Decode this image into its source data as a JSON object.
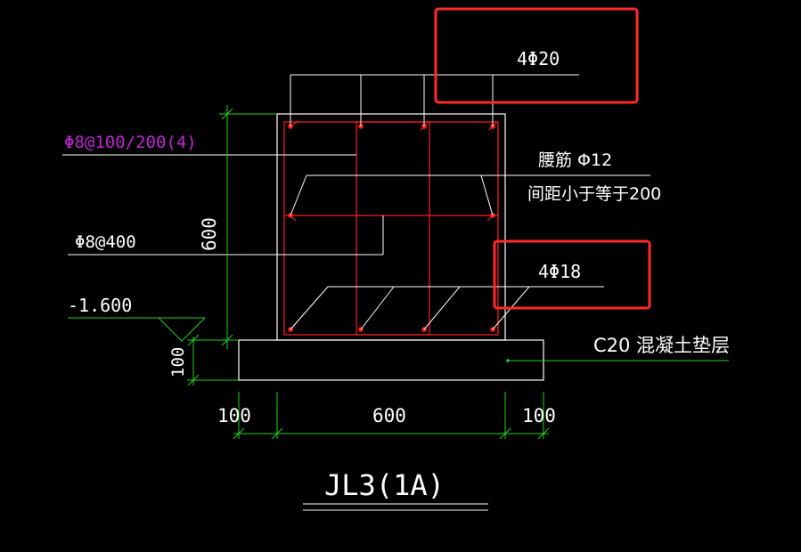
{
  "colors": {
    "background": "#000000",
    "outline": "#ffffff",
    "rebar": "#ff1f1f",
    "dimension": "#1fd21f",
    "stirrup_label": "#c026d3",
    "leader": "#ffffff",
    "highlight": "#ff2a2a"
  },
  "labels": {
    "top_bars": "4Φ20",
    "stirrup_spec": "Φ8@100/200(4)",
    "waist_bars": "腰筋 Φ12",
    "waist_spacing": "间距小于等于200",
    "tie_bar": "Φ8@400",
    "bottom_bars": "4Φ18",
    "elevation": "-1.600",
    "cushion": "C20 混凝土垫层",
    "title": "JL3(1A)"
  },
  "dimensions": {
    "height": "600",
    "cushion_thickness": "100",
    "left_extension": "100",
    "width": "600",
    "right_extension": "100"
  }
}
